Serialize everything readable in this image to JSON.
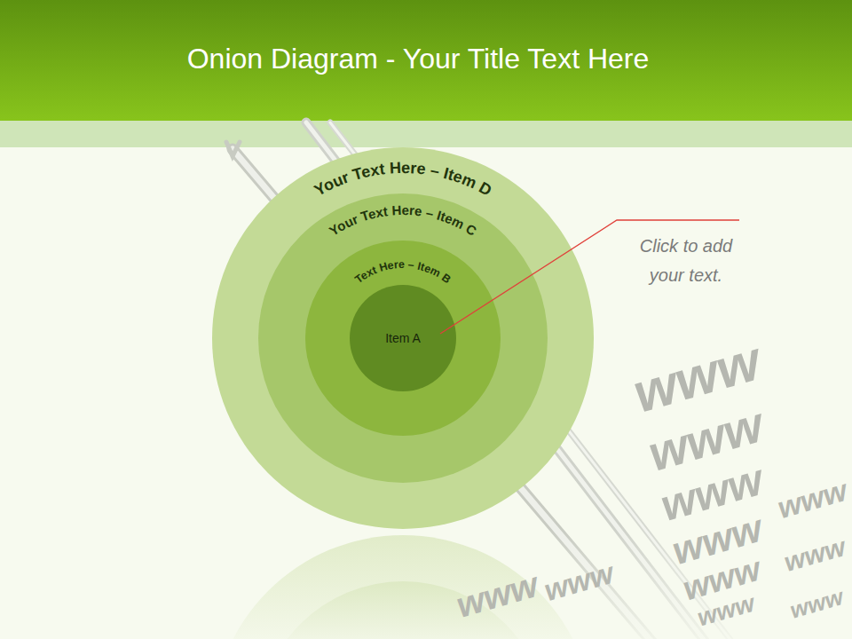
{
  "diagram": {
    "title": "Onion Diagram - Your Title Text Here",
    "nodes": [
      {
        "text": [
          "Your Text Here – Item D"
        ]
      },
      {
        "text": [
          "Your Text Here – Item C"
        ],
        "in": 0
      },
      {
        "text": [
          "Text Here – Item B"
        ],
        "in": 1
      },
      {
        "text": [
          "Item A"
        ],
        "in": 2
      }
    ],
    "labels": [
      "Click to add your text.",
      "www",
      "www",
      "www",
      "www",
      "www",
      "www",
      "www",
      "www",
      "www",
      "www",
      "www"
    ]
  }
}
